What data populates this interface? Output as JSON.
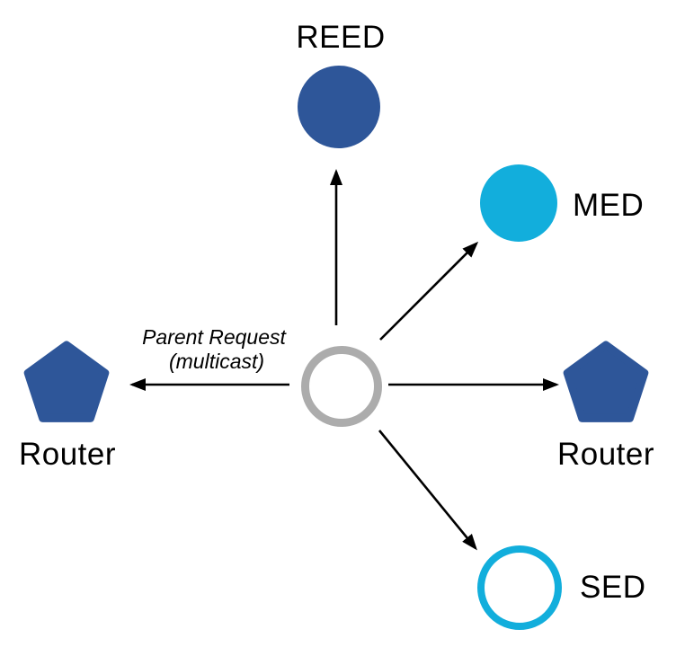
{
  "diagram": {
    "background": "#FFFFFF",
    "text_color": "#000000",
    "arrow_color": "#000000",
    "nodes": [
      {
        "id": "reed",
        "label": "REED",
        "shape": "filled-circle",
        "color": "#2E5699"
      },
      {
        "id": "med",
        "label": "MED",
        "shape": "filled-circle",
        "color": "#12AEDC"
      },
      {
        "id": "router-right",
        "label": "Router",
        "shape": "pentagon",
        "color": "#2E5699"
      },
      {
        "id": "sed",
        "label": "SED",
        "shape": "outlined-circle",
        "color": "#12AEDC"
      },
      {
        "id": "router-left",
        "label": "Router",
        "shape": "pentagon",
        "color": "#2E5699"
      },
      {
        "id": "joiner",
        "label": "",
        "shape": "outlined-circle",
        "color": "#ACACAC"
      }
    ],
    "edges": [
      {
        "from": "joiner",
        "to": "reed"
      },
      {
        "from": "joiner",
        "to": "med"
      },
      {
        "from": "joiner",
        "to": "router-right"
      },
      {
        "from": "joiner",
        "to": "sed"
      },
      {
        "from": "joiner",
        "to": "router-left",
        "label": "Parent Request (multicast)"
      }
    ],
    "annotation": {
      "line1": "Parent Request",
      "line2": "(multicast)"
    }
  }
}
